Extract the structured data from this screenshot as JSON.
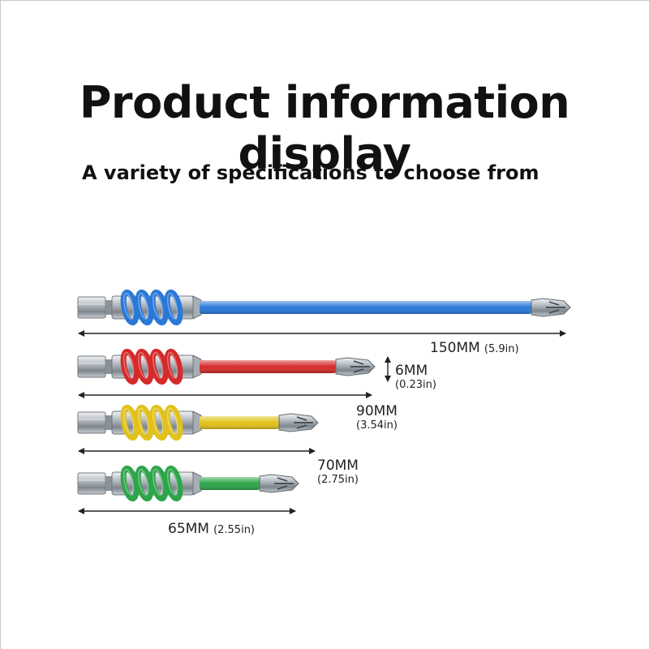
{
  "title": "Product information display",
  "subtitle": "A variety of specifications to choose from",
  "colors": {
    "blue": "#2a78d8",
    "red": "#d62a2a",
    "yellow": "#e2c21a",
    "green": "#2ea54a",
    "steel": "#9aa1a8",
    "text": "#111111"
  },
  "bits": [
    {
      "name": "blue",
      "length": "150MM",
      "length_in": "(5.9in)"
    },
    {
      "name": "red",
      "length": "90MM",
      "length_in": "(3.54in)"
    },
    {
      "name": "yellow",
      "length": "70MM",
      "length_in": "(2.75in)"
    },
    {
      "name": "green",
      "length": "65MM",
      "length_in": "(2.55in)"
    }
  ],
  "diameter": {
    "value": "6MM",
    "value_in": "(0.23in)"
  }
}
